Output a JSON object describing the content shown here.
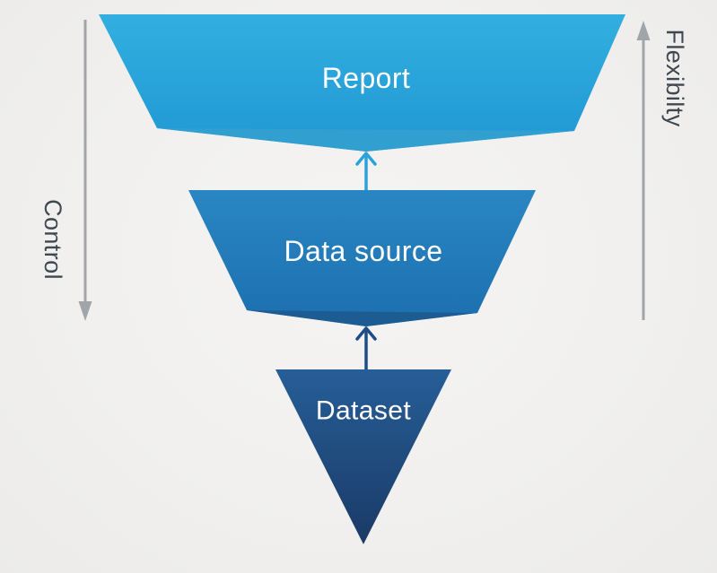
{
  "background": {
    "color": "#f1f0ee"
  },
  "funnel": {
    "levels": [
      {
        "id": "report",
        "label": "Report",
        "gradient_top": "#32afdf",
        "gradient_bottom": "#2097d4",
        "fold_color": "#35a0d0"
      },
      {
        "id": "data-source",
        "label": "Data source",
        "gradient_top": "#2a86c2",
        "gradient_bottom": "#1c6fb0",
        "fold_color": "#1d5a8f"
      },
      {
        "id": "dataset",
        "label": "Dataset",
        "gradient_top": "#265e97",
        "gradient_bottom": "#1a3a66"
      }
    ],
    "label_color": "#ffffff",
    "arrows": [
      {
        "id": "datasource-to-report",
        "direction": "up",
        "color": "#2ba3d8"
      },
      {
        "id": "dataset-to-datasource",
        "direction": "up",
        "color": "#1f4e85"
      }
    ]
  },
  "axes": {
    "left": {
      "label": "Control",
      "direction": "down"
    },
    "right": {
      "label": "Flexibilty",
      "direction": "up"
    },
    "line_color": "#a0a5a9",
    "text_color": "#3e4851"
  }
}
